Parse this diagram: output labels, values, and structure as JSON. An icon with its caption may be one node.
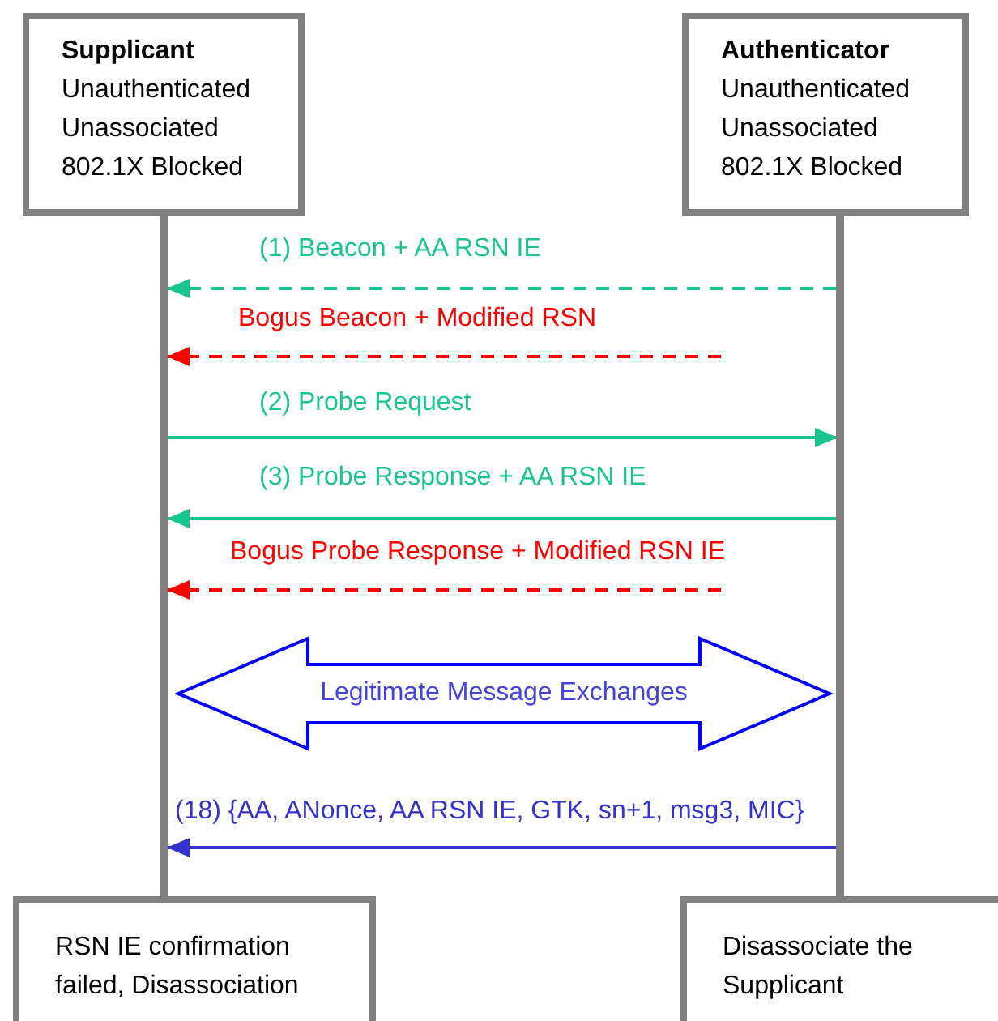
{
  "diagram": {
    "nodes": [
      {
        "text": [
          "Supplicant",
          "Unauthenticated Unassociated 802.1X Blocked"
        ]
      },
      {
        "text": [
          "Authenticator",
          "Unauthenticated Unassociated 802.1X Blocked"
        ]
      },
      {
        "text": [],
        "shape": "bar"
      },
      {
        "text": [],
        "shape": "bar"
      },
      {
        "text": [
          "Legitimate Message Exchanges"
        ]
      },
      {
        "text": [
          "RSN IE confirmation failed, Disassociation"
        ]
      },
      {
        "text": [
          "Disassociate the Supplicant"
        ]
      }
    ],
    "edges": [
      {
        "from": 3,
        "to": 2,
        "arrow": "to",
        "label": "(1)  Beacon + AA RSN IE",
        "style": "dashed"
      },
      {
        "from": null,
        "to": 2,
        "arrow": "to",
        "label": "Bogus Beacon + Modified RSN",
        "style": "dashed",
        "color": "#ff0000"
      },
      {
        "from": 2,
        "to": 3,
        "arrow": "to",
        "label": "(2)  Probe Request"
      },
      {
        "from": 3,
        "to": 2,
        "arrow": "to",
        "label": "(3)  Probe Response + AA RSN IE"
      },
      {
        "from": null,
        "to": 2,
        "arrow": "to",
        "label": "Bogus Probe Response + Modified RSN IE",
        "style": "dashed",
        "color": "#ff0000"
      },
      {
        "from": 3,
        "to": 2,
        "arrow": "to",
        "label": "(18) {AA, ANonce, AA RSN IE, GTK, sn+1, msg3, MIC}",
        "color": "#3333cc"
      }
    ]
  }
}
